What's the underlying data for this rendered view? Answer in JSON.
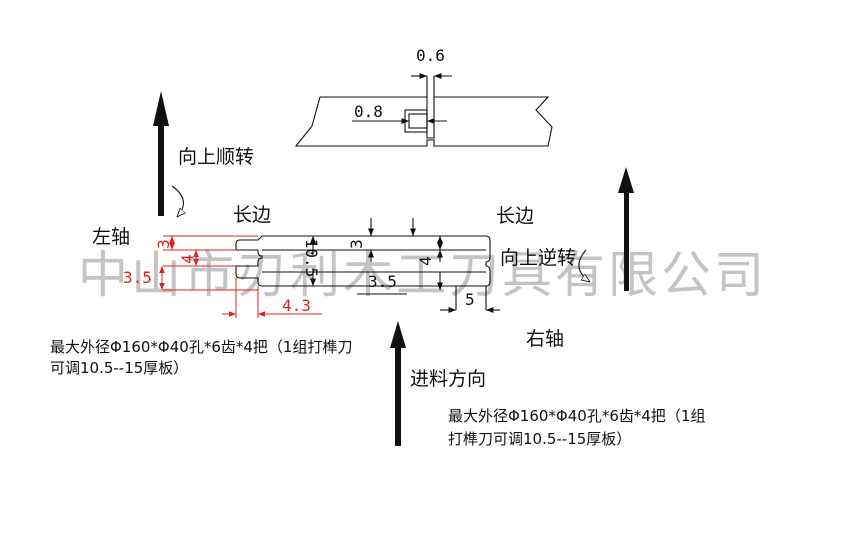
{
  "watermark": "中山市刃利木工刀具有限公司",
  "labels": {
    "up_clockwise": "向上顺转",
    "left_axis": "左轴",
    "long_side_left": "长边",
    "long_side_right": "长边",
    "up_counterclockwise": "向上逆转",
    "right_axis": "右轴",
    "feed_direction": "进料方向"
  },
  "dimensions": {
    "top_gap": "0.6",
    "top_depth": "0.8",
    "left_3": "3",
    "left_4": "4",
    "left_3_5": "3.5",
    "left_4_3": "4.3",
    "center_10_5": "10.5",
    "center_3": "3",
    "center_3_5": "3.5",
    "right_4": "4",
    "right_5": "5"
  },
  "notes": {
    "left_line1": "最大外径Φ160*Φ40孔*6齿*4把（1组打榫刀",
    "left_line2": "可调10.5--15厚板）",
    "right_line1": "最大外径Φ160*Φ40孔*6齿*4把（1组",
    "right_line2": "打榫刀可调10.5--15厚板）"
  },
  "colors": {
    "line": "#111111",
    "dimension_red": "#e02020",
    "watermark": "#c4c4c4"
  },
  "icons": {
    "arrow": "arrow-up-icon",
    "rotation": "rotation-arc-icon"
  }
}
